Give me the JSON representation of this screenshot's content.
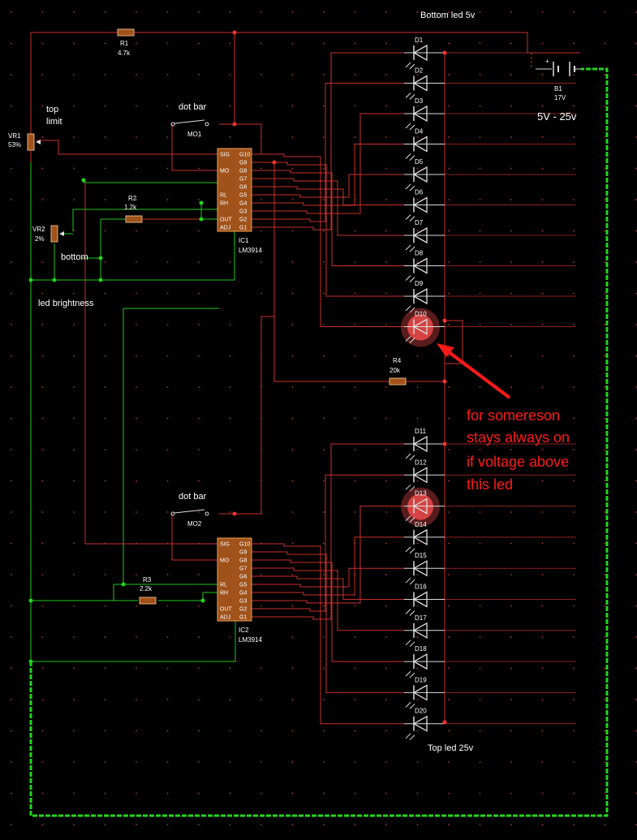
{
  "labels": {
    "title_bottom": "Bottom led 5v",
    "title_top": "Top led 25v",
    "supply": "5V - 25v",
    "top_limit_1": "top",
    "top_limit_2": "limit",
    "bottom": "bottom",
    "led_brightness": "led brightness",
    "dotbar1": "dot bar",
    "dotbar2": "dot bar",
    "note_lines": [
      "for somereson",
      "stays always on",
      "if voltage above",
      "this led"
    ]
  },
  "components": {
    "R1": {
      "name": "R1",
      "value": "4.7k"
    },
    "R2": {
      "name": "R2",
      "value": "1.2k"
    },
    "R3": {
      "name": "R3",
      "value": "2.2k"
    },
    "R4": {
      "name": "R4",
      "value": "20k"
    },
    "VR1": {
      "name": "VR1",
      "value": "53%"
    },
    "VR2": {
      "name": "VR2",
      "value": "2%"
    },
    "B1": {
      "name": "B1",
      "value": "17V"
    },
    "MO1": {
      "name": "MO1"
    },
    "MO2": {
      "name": "MO2"
    },
    "IC1": {
      "name": "IC1",
      "part": "LM3914"
    },
    "IC2": {
      "name": "IC2",
      "part": "LM3914"
    }
  },
  "ic_pins_left": [
    "SIG",
    "MO",
    "RL",
    "RH",
    "OUT",
    "ADJ"
  ],
  "ic_pins_right": [
    "G10",
    "G9",
    "G8",
    "G7",
    "G6",
    "G5",
    "G4",
    "G3",
    "G2",
    "G1"
  ],
  "leds": [
    "D1",
    "D2",
    "D3",
    "D4",
    "D5",
    "D6",
    "D7",
    "D8",
    "D9",
    "D10",
    "D11",
    "D12",
    "D13",
    "D14",
    "D15",
    "D16",
    "D17",
    "D18",
    "D19",
    "D20"
  ],
  "lit_leds": [
    "D10",
    "D13"
  ],
  "colors": {
    "background": "#000000",
    "wire": "#c9302c",
    "ground_wire": "#22c61e",
    "ic_body": "#a0521a",
    "annotation": "#ff1a1a",
    "led_glow": "#ff5050"
  }
}
